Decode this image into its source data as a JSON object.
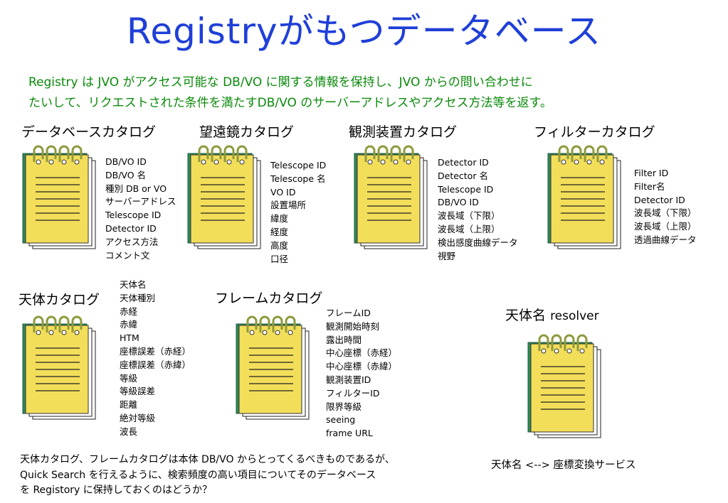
{
  "title": "Registryがもつデータベース",
  "intro": {
    "line1": "Registry は JVO がアクセス可能な DB/VO に関する情報を保持し、JVO からの問い合わせに",
    "line2": "たいして、リクエストされた条件を満たすDB/VO のサーバーアドレスやアクセス方法等を返す。"
  },
  "catalogs": {
    "database": {
      "title": "データベースカタログ",
      "fields": [
        "DB/VO ID",
        "DB/VO 名",
        "種別 DB or VO",
        "サーバーアドレス",
        "Telescope ID",
        "Detector ID",
        "アクセス方法",
        "コメント文"
      ]
    },
    "telescope": {
      "title": "望遠鏡カタログ",
      "fields": [
        "Telescope ID",
        "Telescope 名",
        "VO ID",
        "設置場所",
        "緯度",
        "経度",
        "高度",
        "口径"
      ]
    },
    "instrument": {
      "title": "観測装置カタログ",
      "fields": [
        "Detector ID",
        "Detector 名",
        "Telescope ID",
        "DB/VO ID",
        "波長域（下限）",
        "波長域（上限）",
        "検出感度曲線データ",
        "視野"
      ]
    },
    "filter": {
      "title": "フィルターカタログ",
      "fields": [
        "Filter ID",
        "Filter名",
        "Detector ID",
        "波長域（下限）",
        "波長域（上限）",
        "透過曲線データ"
      ]
    },
    "object": {
      "title": "天体カタログ",
      "fields": [
        "天体名",
        "天体種別",
        "赤経",
        "赤緯",
        "HTM",
        "座標誤差（赤経）",
        "座標誤差（赤緯）",
        "等級",
        "等級誤差",
        "距離",
        "絶対等級",
        "波長"
      ]
    },
    "frame": {
      "title": "フレームカタログ",
      "fields": [
        "フレームID",
        "観測開始時刻",
        "露出時間",
        "中心座標（赤経）",
        "中心座標（赤緯）",
        "観測装置ID",
        "フィルターID",
        "限界等級",
        "seeing",
        "frame URL"
      ]
    }
  },
  "resolver": {
    "title_jp": "天体名",
    "title_en": "resolver",
    "note": "天体名 <--> 座標変換サービス"
  },
  "bottom_note": {
    "line1": "天体カタログ、フレームカタログは本体 DB/VO からとってくるべきものであるが、",
    "line2": "Quick Search を行えるように、検索頻度の高い項目についてそのデータベース",
    "line3": "を Registory に保持しておくのはどうか？"
  },
  "colors": {
    "title": "#1f3fd8",
    "intro": "#0a8a0a",
    "notebook_page": "#f3de5a",
    "notebook_back": "#2f8a5a",
    "notebook_ring": "#8f9a3c"
  }
}
